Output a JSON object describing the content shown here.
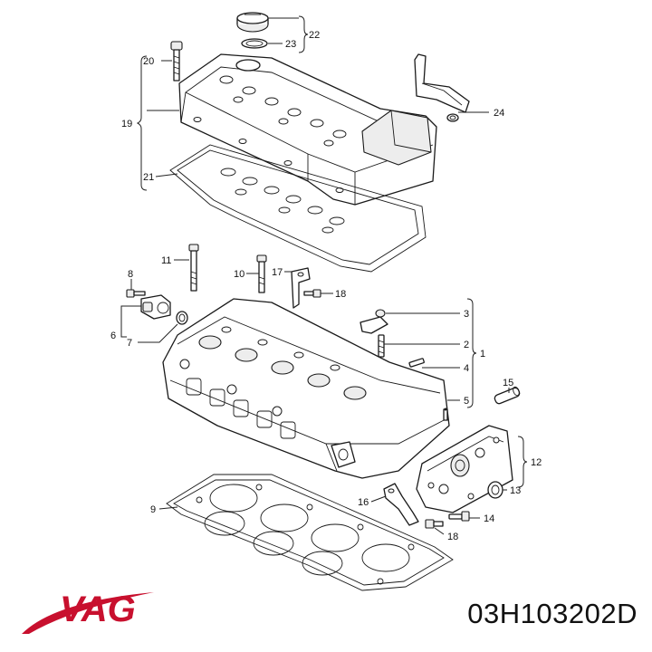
{
  "brand": {
    "logo_text": "VAG",
    "logo_color": "#c8102e"
  },
  "part_number": "03H103202D",
  "callouts": {
    "c1": "1",
    "c2": "2",
    "c3": "3",
    "c4": "4",
    "c5": "5",
    "c6": "6",
    "c7": "7",
    "c8": "8",
    "c9": "9",
    "c10": "10",
    "c11": "11",
    "c12": "12",
    "c13": "13",
    "c14": "14",
    "c15": "15",
    "c16": "16",
    "c17": "17",
    "c18a": "18",
    "c18b": "18",
    "c19": "19",
    "c20": "20",
    "c21": "21",
    "c22": "22",
    "c23": "23",
    "c24": "24"
  }
}
